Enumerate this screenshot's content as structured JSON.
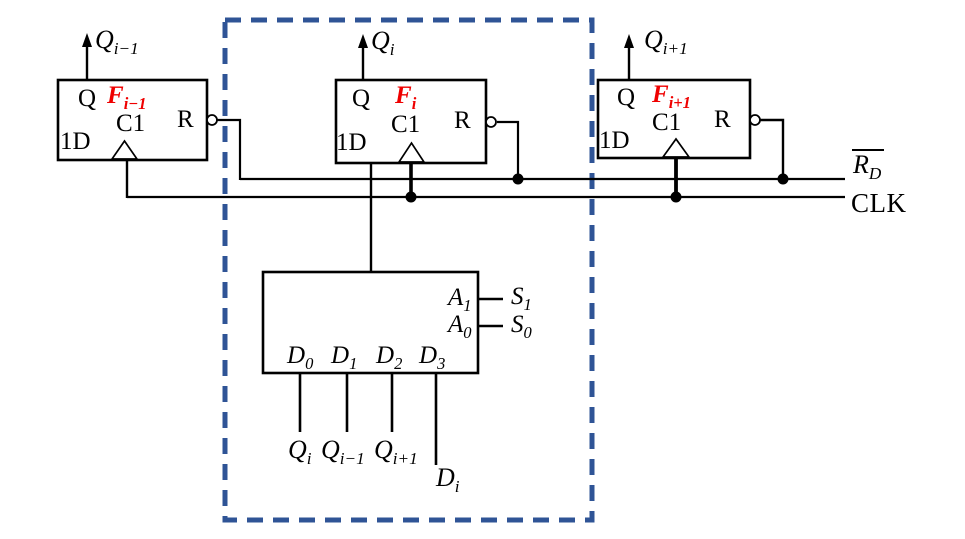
{
  "colors": {
    "wire": "#000000",
    "flip_flop_name_red": "#ef0000",
    "dashed_box_blue": "#2f5496",
    "background": "#ffffff"
  },
  "flip_flops": [
    {
      "output": {
        "base": "Q",
        "sub": "i−1"
      },
      "name": {
        "base": "F",
        "sub": "i−1"
      },
      "q_label": "Q",
      "clock_label": "C1",
      "data_label": "1D",
      "reset_label": "R"
    },
    {
      "output": {
        "base": "Q",
        "sub": "i"
      },
      "name": {
        "base": "F",
        "sub": "i"
      },
      "q_label": "Q",
      "clock_label": "C1",
      "data_label": "1D",
      "reset_label": "R"
    },
    {
      "output": {
        "base": "Q",
        "sub": "i+1"
      },
      "name": {
        "base": "F",
        "sub": "i+1"
      },
      "q_label": "Q",
      "clock_label": "C1",
      "data_label": "1D",
      "reset_label": "R"
    }
  ],
  "buses": {
    "reset": {
      "base": "R",
      "sub": "D",
      "overline": true
    },
    "clock": "CLK"
  },
  "mux": {
    "select_pins": [
      {
        "base": "A",
        "sub": "1"
      },
      {
        "base": "A",
        "sub": "0"
      }
    ],
    "select_signals": [
      {
        "base": "S",
        "sub": "1"
      },
      {
        "base": "S",
        "sub": "0"
      }
    ],
    "data_pins": [
      {
        "base": "D",
        "sub": "0"
      },
      {
        "base": "D",
        "sub": "1"
      },
      {
        "base": "D",
        "sub": "2"
      },
      {
        "base": "D",
        "sub": "3"
      }
    ],
    "data_sources": [
      {
        "base": "Q",
        "sub": "i"
      },
      {
        "base": "Q",
        "sub": "i−1"
      },
      {
        "base": "Q",
        "sub": "i+1"
      },
      {
        "base": "D",
        "sub": "i"
      }
    ]
  }
}
